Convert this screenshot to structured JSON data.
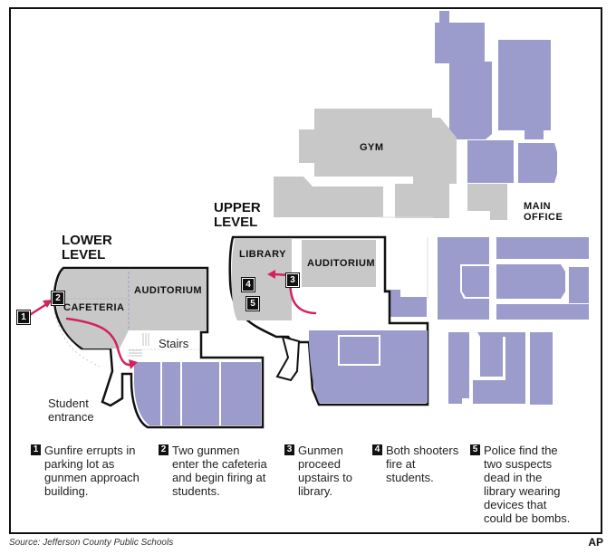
{
  "colors": {
    "common_area": "#c8c8c8",
    "classroom": "#9b9bcc",
    "path_arrow": "#d2235a",
    "outline": "#111111"
  },
  "levels": {
    "lower": "LOWER\nLEVEL",
    "upper": "UPPER\nLEVEL"
  },
  "rooms": {
    "gym": "GYM",
    "main_office": "MAIN\nOFFICE",
    "library": "LIBRARY",
    "upper_auditorium": "AUDITORIUM",
    "lower_auditorium": "AUDITORIUM",
    "cafeteria": "CAFETERIA",
    "stairs": "Stairs",
    "student_entrance": "Student\nentrance"
  },
  "markers": [
    "1",
    "2",
    "3",
    "4",
    "5"
  ],
  "legend": [
    {
      "num": "1",
      "text": "Gunfire errupts in parking lot as gunmen approach building."
    },
    {
      "num": "2",
      "text": "Two gunmen enter the cafeteria and begin firing at students."
    },
    {
      "num": "3",
      "text": "Gunmen proceed upstairs to library."
    },
    {
      "num": "4",
      "text": "Both shooters fire at students."
    },
    {
      "num": "5",
      "text": "Police find the two suspects dead in the library wearing devices that could be bombs."
    }
  ],
  "source": "Source: Jefferson County Public Schools",
  "credit": "AP"
}
